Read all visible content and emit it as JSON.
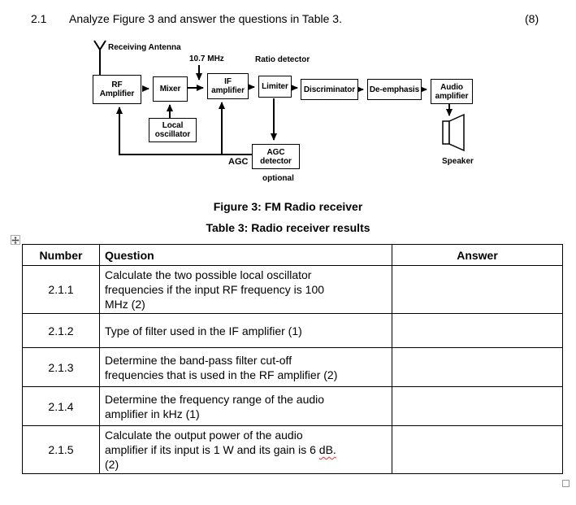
{
  "header": {
    "number": "2.1",
    "text": "Analyze Figure 3 and answer the questions in Table 3.",
    "marks": "(8)"
  },
  "figure": {
    "caption": "Figure 3: FM Radio receiver",
    "labels": {
      "antenna": "Receiving Antenna",
      "if_freq": "10.7 MHz",
      "ratio_detector": "Ratio detector",
      "agc": "AGC",
      "optional": "optional",
      "speaker": "Speaker"
    },
    "blocks": {
      "rf": "RF\nAmplifier",
      "mixer": "Mixer",
      "local_osc": "Local\noscillator",
      "if_amp": "IF\namplifier",
      "limiter": "Limiter",
      "discriminator": "Discriminator",
      "de_emphasis": "De-emphasis",
      "audio_amp": "Audio\namplifier",
      "agc_detector": "AGC\ndetector"
    }
  },
  "table": {
    "caption": "Table 3: Radio receiver results",
    "columns": [
      "Number",
      "Question",
      "Answer"
    ],
    "rows": [
      {
        "number": "2.1.1",
        "question": "Calculate the two possible local oscillator\nfrequencies if the input RF frequency is 100\nMHz (2)",
        "answer": ""
      },
      {
        "number": "2.1.2",
        "question": "Type of filter used in the IF amplifier (1)",
        "answer": ""
      },
      {
        "number": "2.1.3",
        "question": "Determine the band-pass filter cut-off\nfrequencies that is used in the RF amplifier (2)",
        "answer": ""
      },
      {
        "number": "2.1.4",
        "question": "Determine the frequency range of the audio\namplifier in kHz (1)",
        "answer": ""
      },
      {
        "number": "2.1.5",
        "question_before": "Calculate the output power of the audio\namplifier if its input is 1 W and its gain is 6 ",
        "question_misspelled": "dB.",
        "question_after": "\n(2)",
        "answer": ""
      }
    ]
  },
  "colors": {
    "ink": "#000000",
    "spellcheck_underline": "#e03030",
    "handle_gray": "#9a9a9a"
  }
}
